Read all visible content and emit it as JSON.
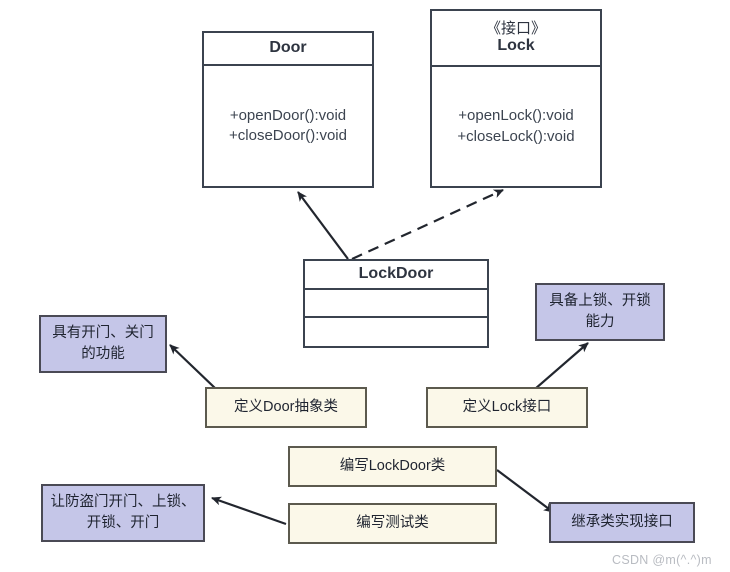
{
  "diagram": {
    "title": "LockDoor UML class diagram with design-step notes",
    "watermark": "CSDN @m(^.^)m",
    "colors": {
      "note_purple_fill": "#c5c6e8",
      "note_cream_fill": "#fbf8e9",
      "box_stroke": "#3b434f",
      "note_purple_stroke": "#4a4a55",
      "note_cream_stroke": "#5c5a4e",
      "watermark_text": "#b9bcc2",
      "canvas_bg": "#ffffff"
    }
  },
  "classes": [
    {
      "id": "door",
      "stereotype": "",
      "name": "Door",
      "members": [
        "+openDoor():void",
        "+closeDoor():void"
      ]
    },
    {
      "id": "lock",
      "stereotype": "《接口》",
      "name": "Lock",
      "members": [
        "+openLock():void",
        "+closeLock():void"
      ]
    },
    {
      "id": "lockdoor",
      "stereotype": "",
      "name": "LockDoor",
      "members": []
    }
  ],
  "notes": {
    "door_capability": "具有开门、关门的功能",
    "lock_capability": "具备上锁、开锁能力",
    "step_define_door": "定义Door抽象类",
    "step_define_lock": "定义Lock接口",
    "step_write_lockdoor": "编写LockDoor类",
    "step_write_test": "编写测试类",
    "result_inherit_implement": "继承类实现接口",
    "result_security_door": "让防盗门开门、上锁、开锁、开门"
  },
  "relations": [
    {
      "from": "lockdoor",
      "to": "door",
      "type": "generalization",
      "style": "solid-arrow"
    },
    {
      "from": "lockdoor",
      "to": "lock",
      "type": "realization",
      "style": "dashed-arrow"
    },
    {
      "from": "step_define_door",
      "to": "door_capability",
      "type": "annotation",
      "style": "solid-arrow"
    },
    {
      "from": "step_define_lock",
      "to": "lock_capability",
      "type": "annotation",
      "style": "solid-arrow"
    },
    {
      "from": "step_write_lockdoor",
      "to": "result_inherit_implement",
      "type": "annotation",
      "style": "solid-arrow"
    },
    {
      "from": "step_write_test",
      "to": "result_security_door",
      "type": "annotation",
      "style": "solid-arrow"
    }
  ]
}
